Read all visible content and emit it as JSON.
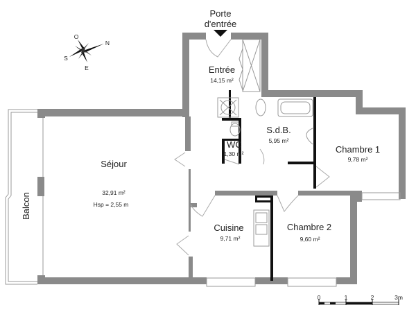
{
  "entrance": {
    "label_line1": "Porte",
    "label_line2": "d'entrée"
  },
  "compass": {
    "north": "N",
    "south": "S",
    "east": "E",
    "west": "O"
  },
  "rooms": {
    "entree": {
      "name": "Entrée",
      "area": "14,15 m²"
    },
    "sdb": {
      "name": "S.d.B.",
      "area": "5,95 m²"
    },
    "wc": {
      "name": "WC",
      "area": "1,30 m²"
    },
    "chambre1": {
      "name": "Chambre 1",
      "area": "9,78 m²"
    },
    "sejour": {
      "name": "Séjour",
      "area": "32,91 m²",
      "height": "Hsp = 2,55 m"
    },
    "balcon": {
      "name": "Balcon"
    },
    "cuisine": {
      "name": "Cuisine",
      "area": "9,71 m²"
    },
    "chambre2": {
      "name": "Chambre 2",
      "area": "9,60 m²"
    }
  },
  "scale": {
    "ticks": [
      "0",
      "1",
      "2",
      "3m"
    ]
  },
  "colors": {
    "wall": "#8a8a8a",
    "partition": "#111111"
  }
}
